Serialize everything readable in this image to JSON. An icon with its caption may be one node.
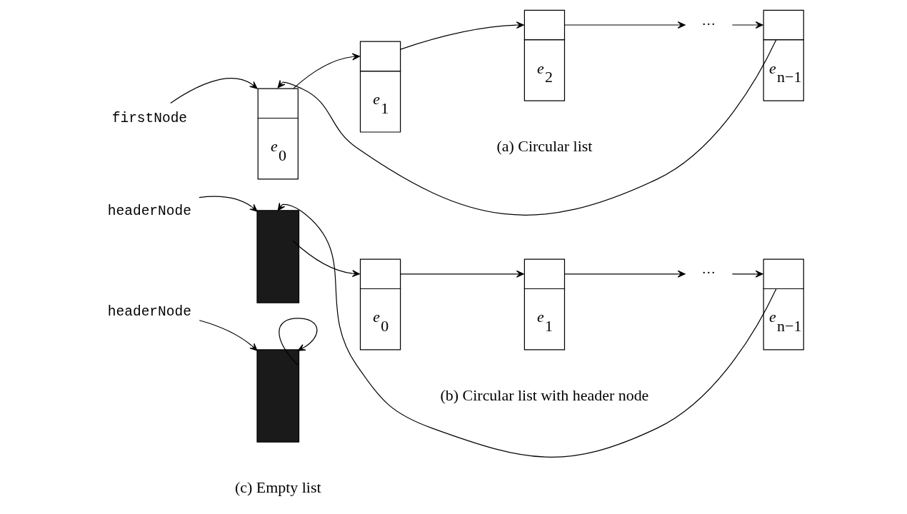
{
  "diagram": {
    "nodes": [
      {
        "text": [
          "firstNode"
        ]
      },
      {
        "text": [
          "e$_{0}$"
        ]
      },
      {
        "text": [
          "e$_{1}$"
        ]
      },
      {
        "text": [
          "e$_{2}$"
        ]
      },
      {
        "text": [
          "···"
        ]
      },
      {
        "text": [
          "e$_{n−1}$"
        ]
      },
      {
        "text": [
          "headerNode"
        ]
      },
      {
        "text": [],
        "shape": "box"
      },
      {
        "text": [
          "e$_{0}$"
        ]
      },
      {
        "text": [
          "e$_{1}$"
        ]
      },
      {
        "text": [
          "···"
        ]
      },
      {
        "text": [
          "e$_{n−1}$"
        ]
      },
      {
        "text": [
          "headerNode"
        ]
      },
      {
        "text": [],
        "shape": "box"
      }
    ],
    "edges": [
      {
        "from": 0,
        "to": 1,
        "arrow": "to"
      },
      {
        "from": 1,
        "to": 2,
        "arrow": "to"
      },
      {
        "from": 2,
        "to": 3,
        "arrow": "to"
      },
      {
        "from": 3,
        "to": 4,
        "arrow": "to"
      },
      {
        "from": 4,
        "to": 5,
        "arrow": "to"
      },
      {
        "from": 5,
        "to": 1,
        "arrow": "to"
      },
      {
        "from": 6,
        "to": 7,
        "arrow": "to"
      },
      {
        "from": 7,
        "to": 8,
        "arrow": "to"
      },
      {
        "from": 8,
        "to": 9,
        "arrow": "to"
      },
      {
        "from": 9,
        "to": 10,
        "arrow": "to"
      },
      {
        "from": 10,
        "to": 11,
        "arrow": "to"
      },
      {
        "from": 11,
        "to": 7,
        "arrow": "to"
      },
      {
        "from": 12,
        "to": 13,
        "arrow": "to"
      },
      {
        "from": 13,
        "to": 13,
        "arrow": "to"
      }
    ],
    "labels": [
      "(a) Circular list",
      "(b) Circular list with header node",
      "(c) Empty list"
    ]
  }
}
